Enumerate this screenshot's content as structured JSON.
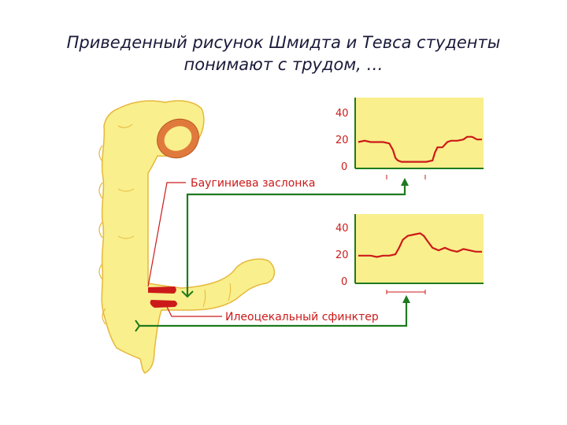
{
  "title": {
    "line1": "Приведенный рисунок Шмидта и Тевса студенты",
    "line2": "понимают с трудом, …"
  },
  "labels": {
    "valve": "Баугиниева заслонка",
    "sphincter": "Илеоцекальный  сфинктер"
  },
  "colors": {
    "intestine_fill": "#f9ef8c",
    "intestine_outline": "#e6b83c",
    "ring": "#e07a3c",
    "red": "#cc1a1a",
    "green": "#1e7a1e",
    "chart_bg": "#f9ef8c",
    "axis": "#1e7a1e"
  },
  "chart_data": [
    {
      "type": "line",
      "y_ticks": [
        "40",
        "20",
        "0"
      ],
      "ylim": [
        0,
        40
      ],
      "x": [
        0,
        5,
        10,
        15,
        20,
        25,
        28,
        30,
        32,
        35,
        40,
        45,
        50,
        55,
        60,
        62,
        64,
        68,
        72,
        75,
        80,
        85,
        88,
        92,
        96,
        100
      ],
      "values": [
        20,
        21,
        20,
        20,
        20,
        19,
        14,
        8,
        6,
        5,
        5,
        5,
        5,
        5,
        6,
        12,
        16,
        16,
        20,
        21,
        21,
        22,
        24,
        24,
        22,
        22
      ]
    },
    {
      "type": "line",
      "y_ticks": [
        "40",
        "20",
        "0"
      ],
      "ylim": [
        0,
        40
      ],
      "x": [
        0,
        5,
        10,
        15,
        20,
        25,
        30,
        33,
        36,
        40,
        45,
        50,
        53,
        56,
        60,
        65,
        70,
        75,
        80,
        85,
        90,
        95,
        100
      ],
      "values": [
        21,
        21,
        21,
        20,
        21,
        21,
        22,
        27,
        33,
        36,
        37,
        38,
        36,
        32,
        27,
        25,
        27,
        25,
        24,
        26,
        25,
        24,
        24
      ]
    }
  ]
}
